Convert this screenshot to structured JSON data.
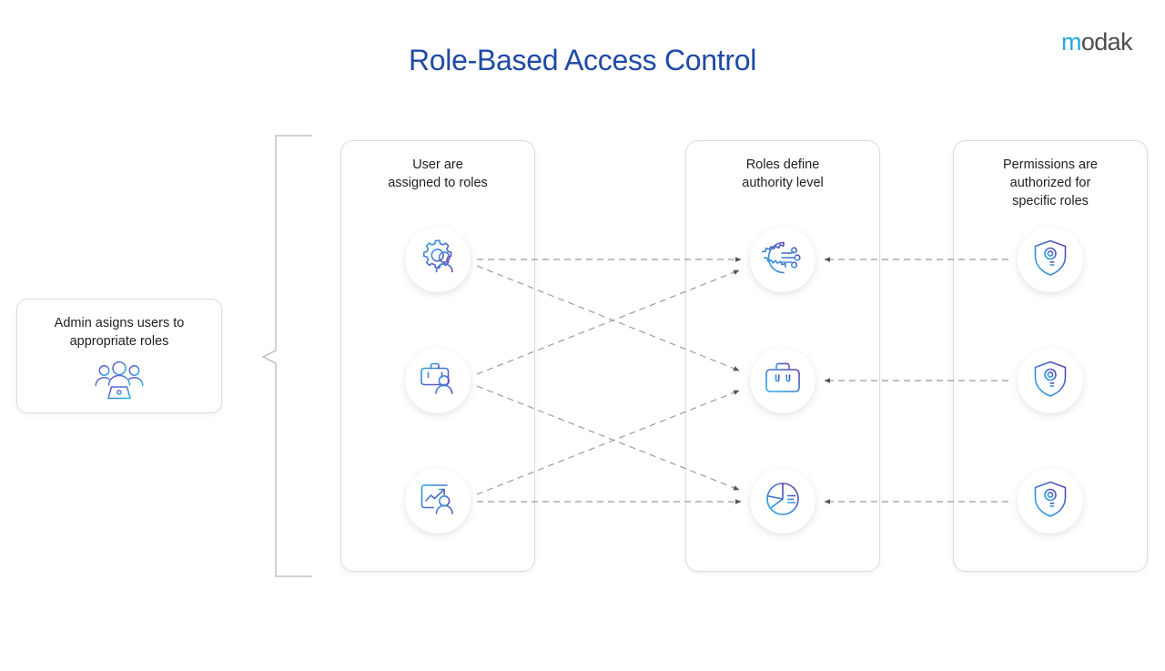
{
  "header": {
    "title": "Role-Based Access Control",
    "logo_m": "m",
    "logo_rest": "odak"
  },
  "colors": {
    "title_blue": "#1f4aa6",
    "logo_cyan": "#26a9e0",
    "logo_dark": "#4d4d4d",
    "icon_gradient_start": "#6d4fc8",
    "icon_gradient_end": "#27b3e8",
    "panel_border": "#dcdcdc",
    "connector_gray": "#9a9a9a",
    "text": "#1f1f1f",
    "background": "#ffffff"
  },
  "admin": {
    "title": "Admin asigns users to\nappropriate roles",
    "icon": "users-group-icon"
  },
  "columns": [
    {
      "id": "users",
      "heading": "User are\nassigned to roles",
      "items": [
        {
          "icon": "user-gear-icon"
        },
        {
          "icon": "user-briefcase-icon"
        },
        {
          "icon": "user-chart-icon"
        }
      ]
    },
    {
      "id": "roles",
      "heading": "Roles define\nauthority level",
      "items": [
        {
          "icon": "gear-network-icon"
        },
        {
          "icon": "briefcase-icon"
        },
        {
          "icon": "pie-chart-icon"
        }
      ]
    },
    {
      "id": "permissions",
      "heading": "Permissions are\nauthorized for\nspecific roles",
      "items": [
        {
          "icon": "shield-key-icon"
        },
        {
          "icon": "shield-key-icon"
        },
        {
          "icon": "shield-key-icon"
        }
      ]
    }
  ],
  "connectors": {
    "style": "dashed-arrow",
    "user_to_role": [
      {
        "from": "user-1",
        "to": "role-1"
      },
      {
        "from": "user-1",
        "to": "role-2"
      },
      {
        "from": "user-2",
        "to": "role-1"
      },
      {
        "from": "user-2",
        "to": "role-3"
      },
      {
        "from": "user-3",
        "to": "role-2"
      },
      {
        "from": "user-3",
        "to": "role-3"
      }
    ],
    "permission_to_role": [
      {
        "from": "permission-1",
        "to": "role-1"
      },
      {
        "from": "permission-2",
        "to": "role-2"
      },
      {
        "from": "permission-3",
        "to": "role-3"
      }
    ]
  }
}
